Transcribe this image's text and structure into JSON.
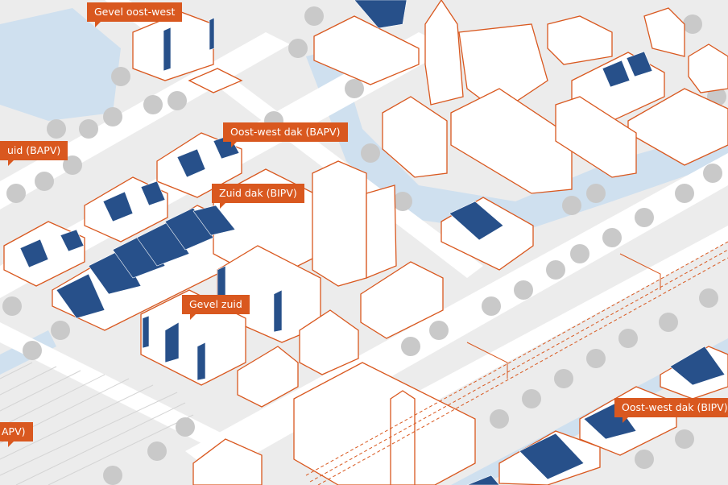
{
  "labels": {
    "gevel_oost_west": "Gevel oost-west",
    "oost_west_dak_bapv": "Oost-west dak (BAPV)",
    "zuid_bapv": "uid (BAPV)",
    "zuid_dak_bipv": "Zuid dak (BIPV)",
    "gevel_zuid": "Gevel zuid",
    "apv_cut": "APV)",
    "oost_west_dak_bipv": "Oost-west dak (BIPV)"
  },
  "colors": {
    "accent": "#d9581f",
    "panel": "#27508a",
    "water": "#cfe0ef",
    "ground": "#ececec",
    "road": "#ffffff"
  }
}
